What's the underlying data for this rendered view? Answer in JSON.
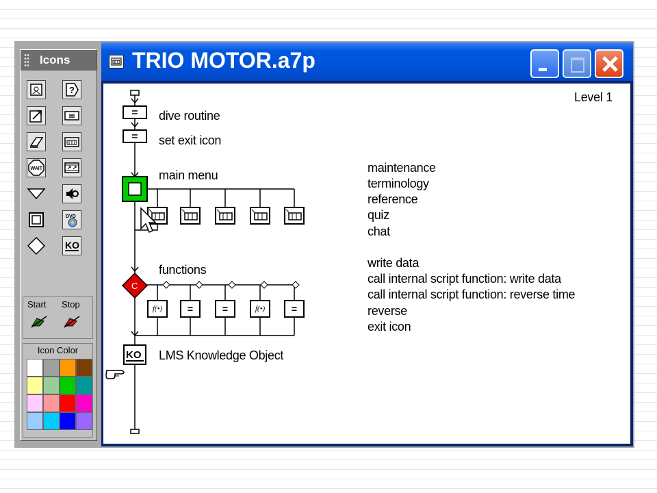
{
  "palette": {
    "title": "Icons",
    "tools": [
      {
        "icon": "display-icon"
      },
      {
        "icon": "help-question-icon"
      },
      {
        "icon": "motion-arrow-icon"
      },
      {
        "icon": "calculation-icon"
      },
      {
        "icon": "erase-icon"
      },
      {
        "icon": "interaction-icon"
      },
      {
        "icon": "wait-icon"
      },
      {
        "icon": "navigate-icon"
      },
      {
        "icon": "decision-icon"
      },
      {
        "icon": "sound-icon"
      },
      {
        "icon": "framework-icon"
      },
      {
        "icon": "dvd-icon"
      },
      {
        "icon": "map-diamond-icon"
      },
      {
        "icon": "knowledge-object-icon"
      }
    ],
    "start_label": "Start",
    "stop_label": "Stop",
    "color_label": "Icon Color",
    "colors": [
      "#ffffff",
      "#a0a0a0",
      "#ff9900",
      "#7a3f00",
      "#ffff99",
      "#99cc99",
      "#00cc00",
      "#009999",
      "#ffccff",
      "#ff9999",
      "#ff0000",
      "#ff00cc",
      "#99ccff",
      "#00ccff",
      "#0000ff",
      "#9966ff"
    ]
  },
  "window": {
    "title": "TRIO MOTOR.a7p",
    "level": "Level 1"
  },
  "flowline": {
    "labels": {
      "dive_routine": "dive routine",
      "set_exit_icon": "set exit icon",
      "main_menu": "main menu",
      "functions": "functions",
      "lms": "LMS Knowledge Object"
    },
    "menu_items": [
      "maintenance",
      "terminology",
      "reference",
      "quiz",
      "chat"
    ],
    "function_items": [
      "write data",
      "call internal script function: write data",
      "call internal script function: reverse time",
      "reverse",
      "exit icon"
    ],
    "decision_symbol": "C",
    "function_symbols": [
      "f(•)",
      "=",
      "=",
      "f(•)",
      "="
    ]
  },
  "colors": {
    "titlebar": "#0055e5",
    "menu_icon": "#00cc00",
    "decision_icon": "#dd0000"
  }
}
